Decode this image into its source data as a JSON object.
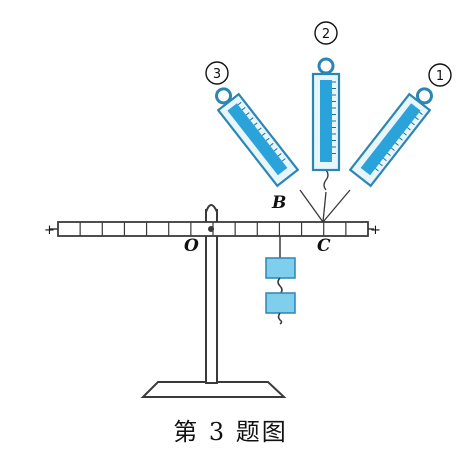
{
  "labels": {
    "point_o": "O",
    "point_b": "B",
    "point_c": "C",
    "scale_1": "1",
    "scale_2": "2",
    "scale_3": "3",
    "plus_left": "+",
    "plus_right": "+"
  },
  "caption": "第 3 题图",
  "colors": {
    "line": "#3a3a3a",
    "lever_fill": "#ffffff",
    "scale_fill": "#e8f6fc",
    "scale_core": "#2aa3db",
    "weight_fill": "#7fcfec"
  }
}
